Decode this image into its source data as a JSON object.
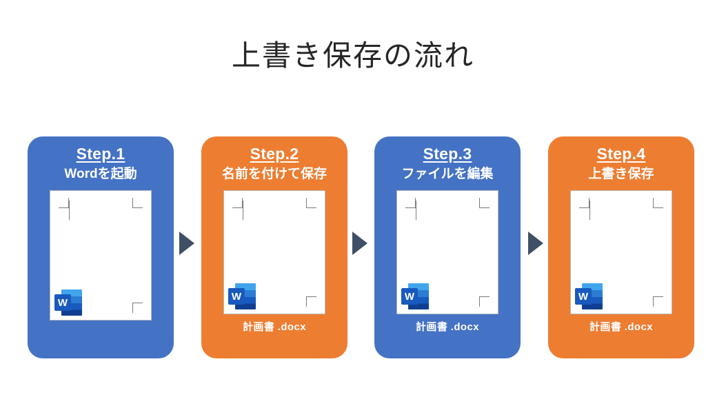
{
  "slide": {
    "title": "上書き保存の流れ",
    "background_color": "#ffffff"
  },
  "colors": {
    "blue": "#4472c4",
    "orange": "#ed7d31",
    "arrow": "#3f4f66",
    "title_text": "#262626",
    "card_text": "#ffffff",
    "page_background": "#ffffff",
    "page_border": "#b9b9b9",
    "word_icon_dark": "#185abd",
    "word_icon_light": "#41a5ee"
  },
  "steps": [
    {
      "step_label": "Step.1",
      "description": "Wordを起動",
      "color": "blue",
      "file_name": "",
      "has_file_name": false,
      "word_icon_label": "W"
    },
    {
      "step_label": "Step.2",
      "description": "名前を付けて保存",
      "color": "orange",
      "file_name": "計画書 .docx",
      "has_file_name": true,
      "word_icon_label": "W"
    },
    {
      "step_label": "Step.3",
      "description": "ファイルを編集",
      "color": "blue",
      "file_name": "計画書 .docx",
      "has_file_name": true,
      "word_icon_label": "W"
    },
    {
      "step_label": "Step.4",
      "description": "上書き保存",
      "color": "orange",
      "file_name": "計画書 .docx",
      "has_file_name": true,
      "word_icon_label": "W"
    }
  ],
  "arrows": [
    {
      "name": "arrow-step1-to-step2"
    },
    {
      "name": "arrow-step2-to-step3"
    },
    {
      "name": "arrow-step3-to-step4"
    }
  ]
}
